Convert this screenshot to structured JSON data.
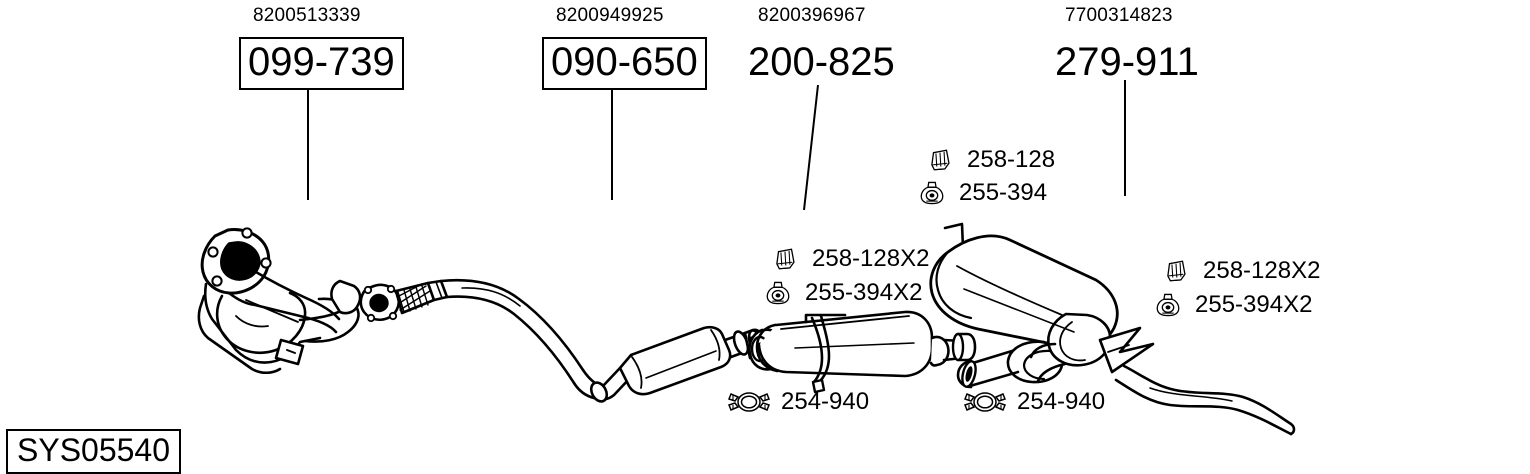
{
  "diagram": {
    "system_id": "SYS05540",
    "type": "exhaust-system-exploded-diagram",
    "background_color": "#ffffff",
    "line_color": "#000000"
  },
  "groups": [
    {
      "oem": "8200513339",
      "ref": "099-739",
      "boxed": true,
      "component": "catalytic-converter-front"
    },
    {
      "oem": "8200949925",
      "ref": "090-650",
      "boxed": true,
      "component": "front-pipe"
    },
    {
      "oem": "8200396967",
      "ref": "200-825",
      "boxed": false,
      "component": "centre-silencer"
    },
    {
      "oem": "7700314823",
      "ref": "279-911",
      "boxed": false,
      "component": "rear-silencer"
    }
  ],
  "hardware": [
    {
      "id": "hw-rear-hanger",
      "icon": "rubber-hanger-icon",
      "label": "258-128"
    },
    {
      "id": "hw-rear-mount",
      "icon": "rubber-mount-icon",
      "label": "255-394"
    },
    {
      "id": "hw-centre-hanger",
      "icon": "rubber-hanger-icon",
      "label": "258-128X2"
    },
    {
      "id": "hw-centre-mount",
      "icon": "rubber-mount-icon",
      "label": "255-394X2"
    },
    {
      "id": "hw-tail-hanger",
      "icon": "rubber-hanger-icon",
      "label": "258-128X2"
    },
    {
      "id": "hw-tail-mount",
      "icon": "rubber-mount-icon",
      "label": "255-394X2"
    },
    {
      "id": "hw-clamp-centre",
      "icon": "exhaust-clamp-icon",
      "label": "254-940"
    },
    {
      "id": "hw-clamp-rear",
      "icon": "exhaust-clamp-icon",
      "label": "254-940"
    }
  ]
}
